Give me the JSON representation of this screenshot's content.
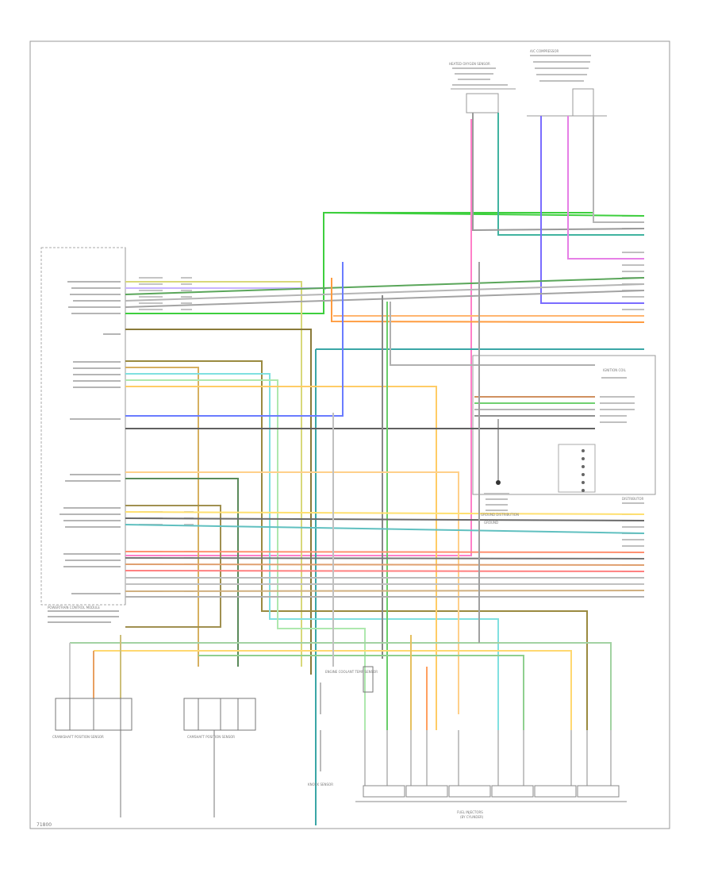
{
  "diagram": {
    "labels": {
      "heated_o2": "HEATED OXYGEN SENSOR",
      "ac_compressor": "A/C COMPRESSOR",
      "powertrain_module": "POWERTRAIN CONTROL MODULE",
      "ground_dist": "GROUND DISTRIBUTION",
      "engine_coolant": "ENGINE COOLANT TEMP SENSOR",
      "ignition_coil": "IGNITION COIL",
      "distributor": "DISTRIBUTOR",
      "crank_sensor": "CRANKSHAFT POSITION SENSOR",
      "cam_sensor": "CAMSHAFT POSITION SENSOR",
      "knock_sensor": "KNOCK SENSOR",
      "fuel_injectors": "FUEL INJECTORS",
      "fuel_injectors_sub": "(BY CYLINDER)",
      "ground_label": "GROUND"
    },
    "footer_code": "71800"
  }
}
